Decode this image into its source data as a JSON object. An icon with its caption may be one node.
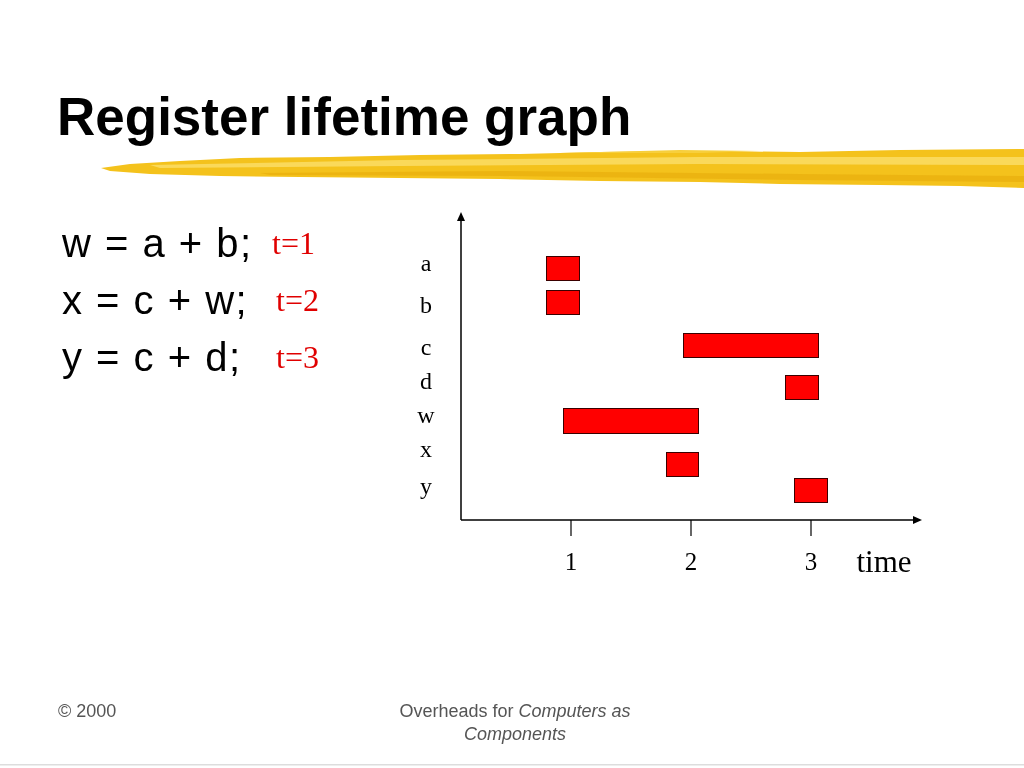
{
  "diagram": {
    "title": "Register lifetime graph",
    "nodes": [
      {
        "text": [],
        "shape": "bar"
      },
      {
        "text": [],
        "shape": "bar"
      },
      {
        "text": [],
        "shape": "bar"
      },
      {
        "text": [],
        "shape": "bar"
      },
      {
        "text": [],
        "shape": "bar"
      },
      {
        "text": [],
        "shape": "bar"
      },
      {
        "text": [],
        "shape": "bar"
      }
    ],
    "labels": [
      "w = a + b;",
      "t=1",
      "x = c + w;",
      "t=2",
      "y = c + d;",
      "t=3",
      "a",
      "b",
      "c",
      "d",
      "w",
      "x",
      "y",
      "1",
      "2",
      "3",
      "time",
      "© 2000",
      "Overheads for *Computers as Components*"
    ]
  }
}
